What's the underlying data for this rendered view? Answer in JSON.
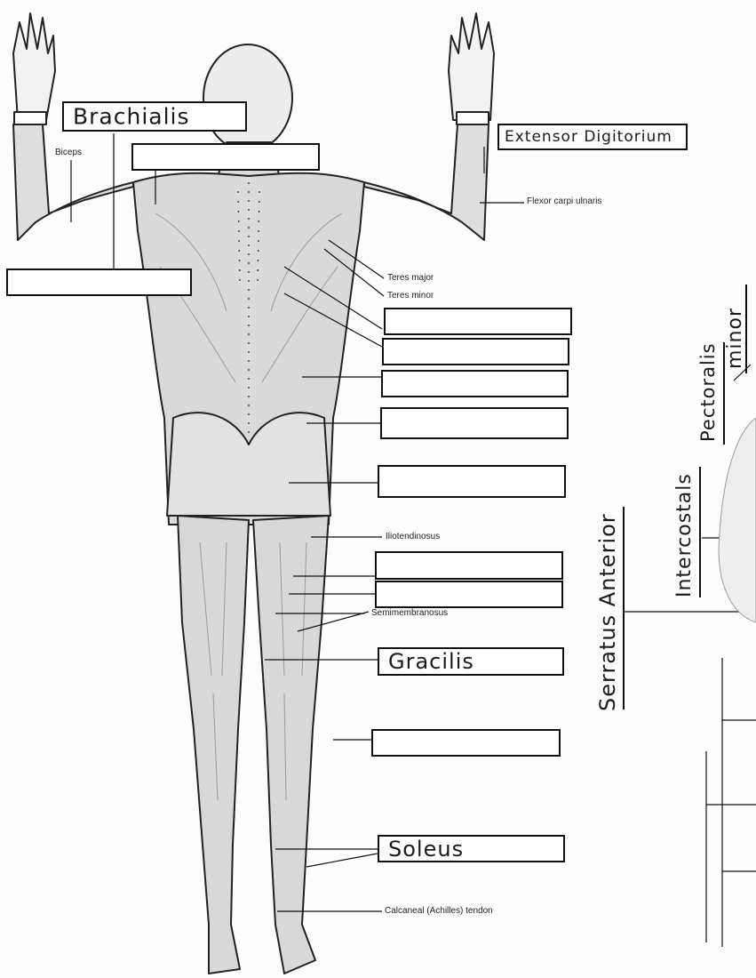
{
  "filled_labels": {
    "brachialis": "Brachialis",
    "extensor_digitorium": "Extensor Digitorium",
    "gracilis": "Gracilis",
    "soleus": "Soleus"
  },
  "printed_labels": {
    "biceps": "Biceps",
    "flexor_carpi_ulnaris": "Flexor carpi ulnaris",
    "teres_major": "Teres major",
    "teres_minor": "Teres minor",
    "iliotendinosus": "Iliotendinosus",
    "semimembranosus": "Semimembranosus",
    "calcaneal_tendon": "Calcaneal (Achilles) tendon"
  },
  "side_labels": {
    "pectoralis": "Pectoralis",
    "minor": "minor",
    "intercostals": "Intercostals",
    "serratus_anterior": "Serratus Anterior"
  },
  "colors": {
    "ink": "#111111",
    "muscle_shade": "#cfcfcf",
    "paper": "#fdfdfd"
  }
}
